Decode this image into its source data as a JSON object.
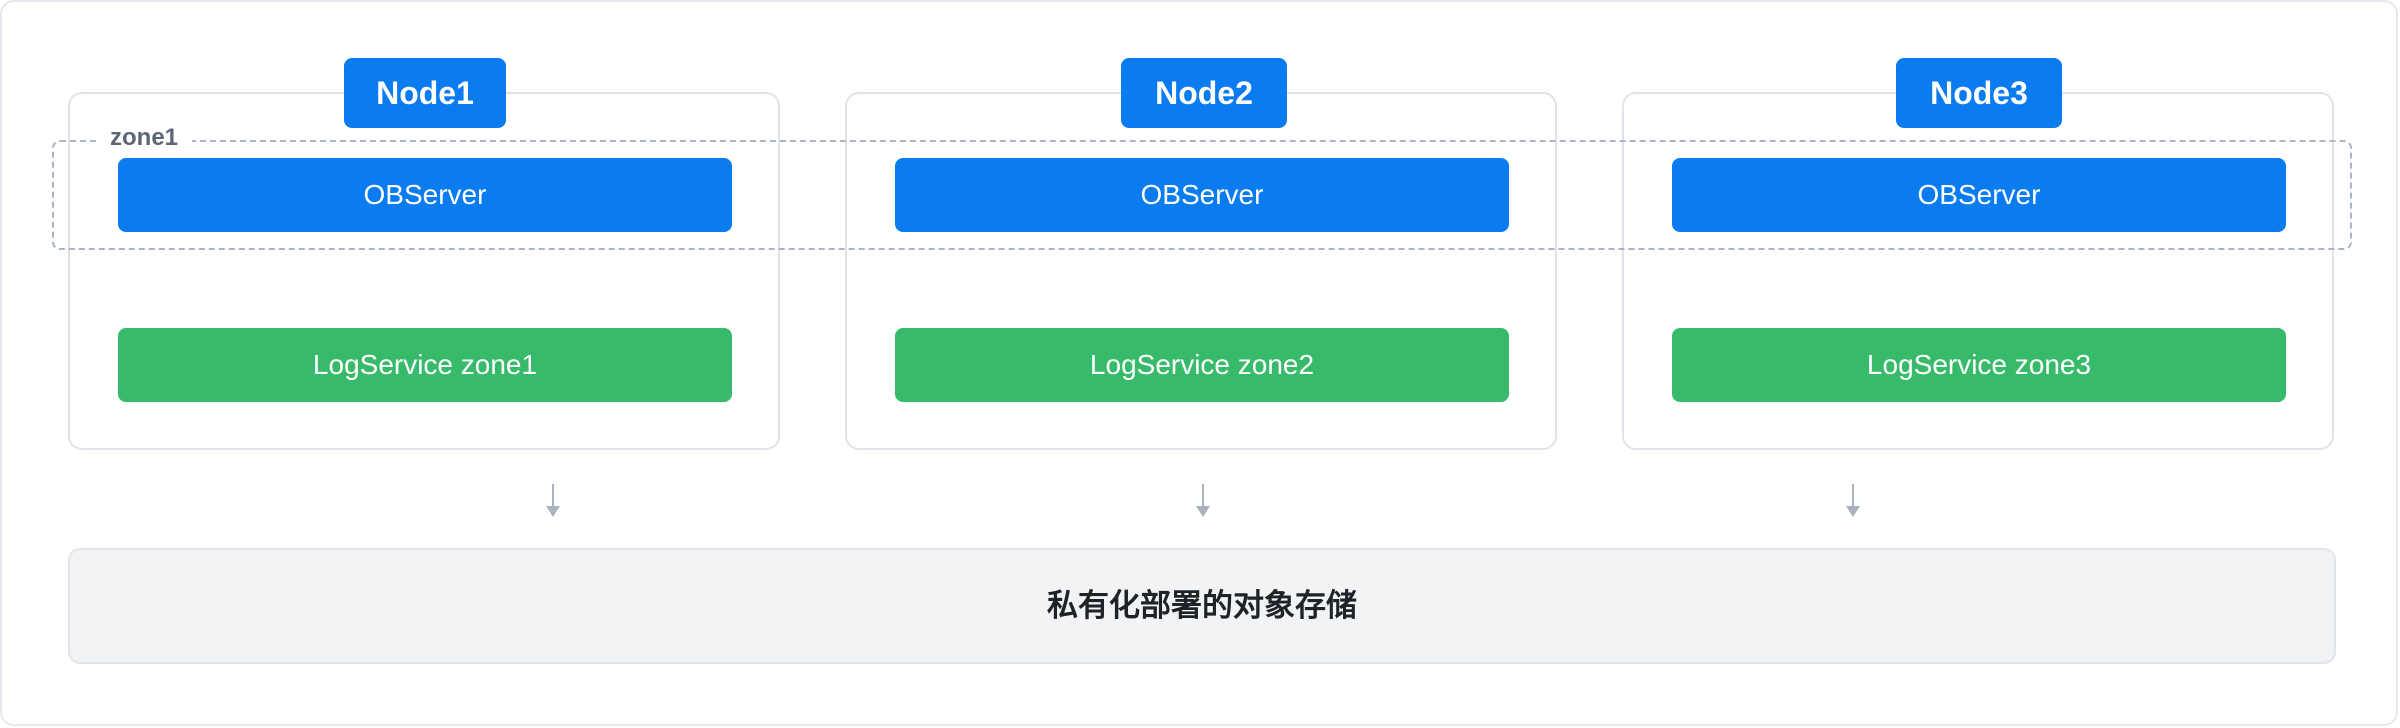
{
  "nodes": [
    {
      "title": "Node1",
      "observer": "OBServer",
      "logservice": "LogService zone1"
    },
    {
      "title": "Node2",
      "observer": "OBServer",
      "logservice": "LogService zone2"
    },
    {
      "title": "Node3",
      "observer": "OBServer",
      "logservice": "LogService zone3"
    }
  ],
  "zone": {
    "label": "zone1"
  },
  "storage": {
    "label": "私有化部署的对象存储"
  },
  "colors": {
    "node_blue": "#0a7cf0",
    "logservice_green": "#37bb6b",
    "storage_bg": "#f2f3f5",
    "zone_dashed": "#aab4c2",
    "arrow": "#a9b2bf"
  }
}
